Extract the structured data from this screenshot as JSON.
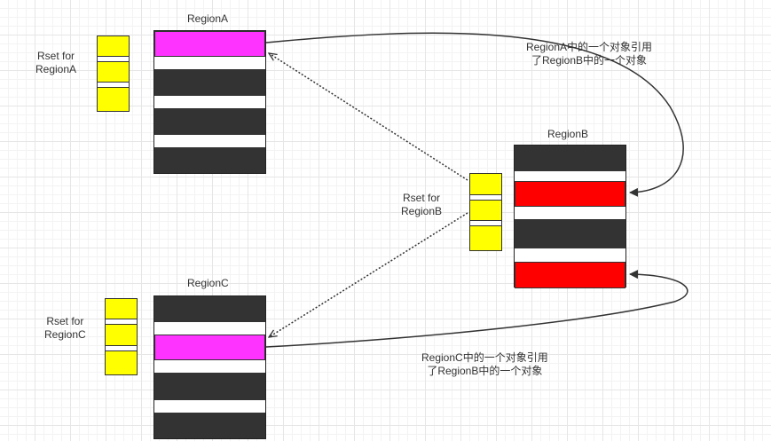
{
  "regions": {
    "a": {
      "title": "RegionA",
      "rset_label_1": "Rset for",
      "rset_label_2": "RegionA"
    },
    "b": {
      "title": "RegionB",
      "rset_label_1": "Rset for",
      "rset_label_2": "RegionB"
    },
    "c": {
      "title": "RegionC",
      "rset_label_1": "Rset for",
      "rset_label_2": "RegionC"
    }
  },
  "annotations": {
    "a_to_b_line1": "RegionA中的一个对象引用",
    "a_to_b_line2": "了RegionB中的一个对象",
    "c_to_b_line1": "RegionC中的一个对象引用",
    "c_to_b_line2": "了RegionB中的一个对象"
  },
  "colors": {
    "region_body": "#333333",
    "referencing_object": "#ff33ff",
    "referenced_object": "#ff0000",
    "rset_entry": "#ffff00",
    "arrow": "#333333"
  }
}
